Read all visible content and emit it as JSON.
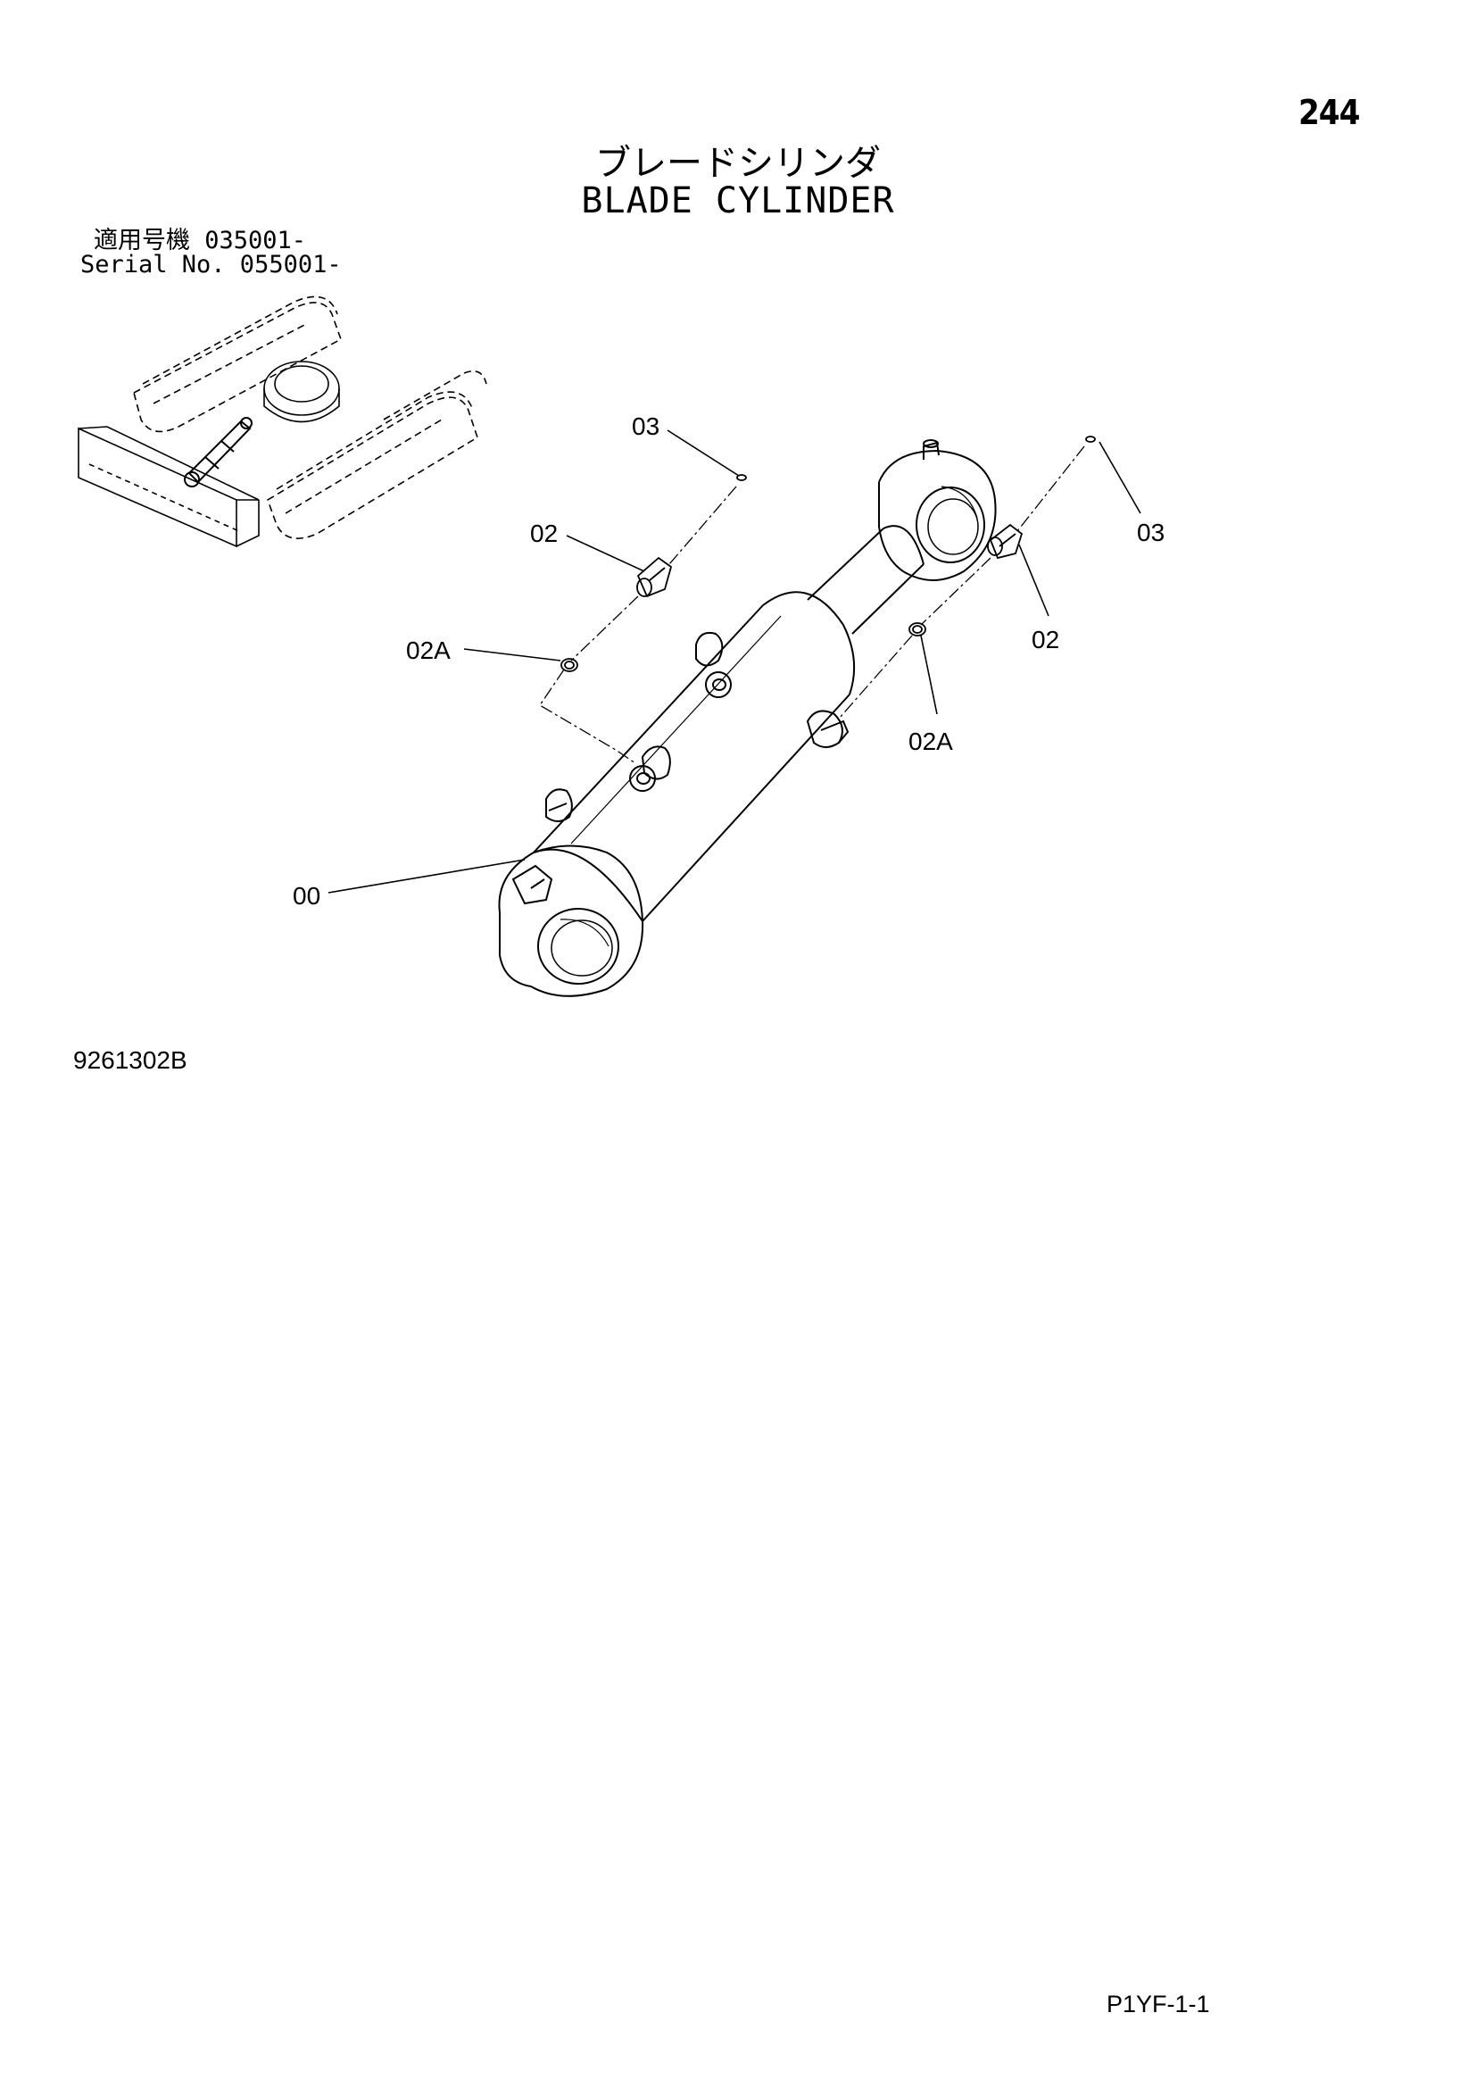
{
  "page_number": "244",
  "title_jp": "ブレードシリンダ",
  "title_en": "BLADE CYLINDER",
  "serial": {
    "line1": "適用号機  035001-",
    "line2": "Serial No. 055001-"
  },
  "callouts": {
    "c03_left": "03",
    "c02_left": "02",
    "c02a_left": "02A",
    "c00": "00",
    "c03_right": "03",
    "c02_right": "02",
    "c02a_right": "02A"
  },
  "drawing_code": "9261302B",
  "page_code": "P1YF-1-1"
}
